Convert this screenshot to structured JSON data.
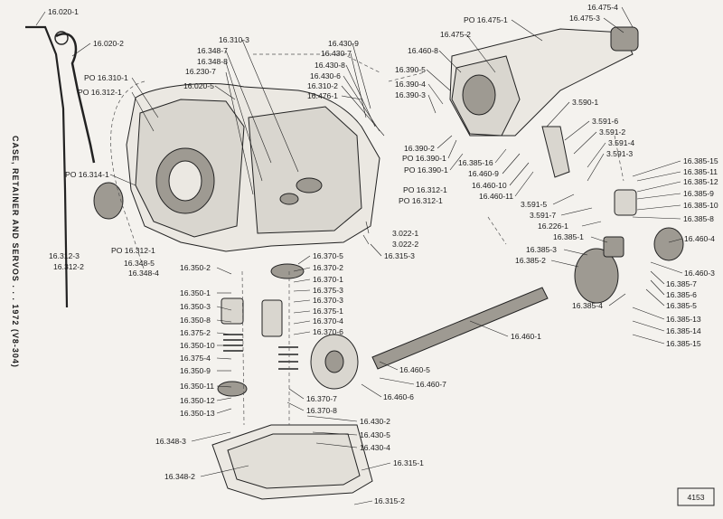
{
  "side_title": {
    "line1": "CASE, RETAINER AND SERVOS . . . 1972 (V8-304)"
  },
  "figure_number": "4153",
  "callouts": [
    "16.020-1",
    "16.020-2",
    "16.310-3",
    "16.348-7",
    "16.348-8",
    "16.230-7",
    "16.020-5",
    "PO 16.310-1",
    "PO 16.312-1",
    "PO 16.314-1",
    "16.312-3",
    "16.312-2",
    "PO 16.312-1",
    "16.348-5",
    "16.348-4",
    "16.430-9",
    "16.430-7",
    "16.430-8",
    "16.430-6",
    "16.310-2",
    "16.476-1",
    "PO 16.475-1",
    "16.475-2",
    "16.460-8",
    "16.475-4",
    "16.475-3",
    "16.390-5",
    "16.390-4",
    "16.390-3",
    "16.390-2",
    "PO 16.390-1",
    "PO 16.390-1",
    "16.385-16",
    "16.460-9",
    "16.460-10",
    "16.460-11",
    "PO 16.312-1",
    "PO 16.312-1",
    "3.022-1",
    "3.022-2",
    "16.315-3",
    "3.590-1",
    "3.591-6",
    "3.591-2",
    "3.591-4",
    "3.591-3",
    "3.591-5",
    "3.591-7",
    "16.226-1",
    "16.385-15",
    "16.385-11",
    "16.385-12",
    "16.385-9",
    "16.385-10",
    "16.385-8",
    "16.385-1",
    "16.385-3",
    "16.385-2",
    "16.460-4",
    "16.460-3",
    "16.385-7",
    "16.385-6",
    "16.385-5",
    "16.385-4",
    "16.385-13",
    "16.385-14",
    "16.385-15",
    "16.460-1",
    "16.460-5",
    "16.460-7",
    "16.460-6",
    "16.350-2",
    "16.350-1",
    "16.350-3",
    "16.350-8",
    "16.375-2",
    "16.350-10",
    "16.375-4",
    "16.350-9",
    "16.350-11",
    "16.350-12",
    "16.350-13",
    "16.370-5",
    "16.370-2",
    "16.370-1",
    "16.375-3",
    "16.370-3",
    "16.375-1",
    "16.370-4",
    "16.370-6",
    "16.370-7",
    "16.370-8",
    "16.430-2",
    "16.430-5",
    "16.430-4",
    "16.348-3",
    "16.348-2",
    "16.315-1",
    "16.315-2"
  ]
}
